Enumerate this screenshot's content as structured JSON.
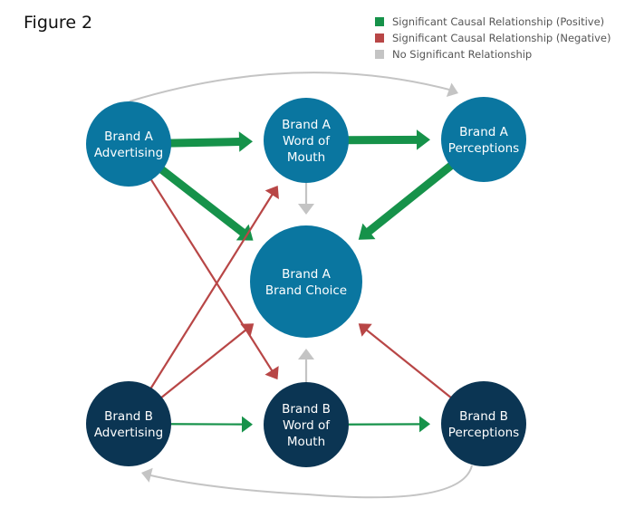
{
  "title": "Figure 2",
  "legend": [
    {
      "label": "Significant Causal Relationship (Positive)",
      "color": "#16924a"
    },
    {
      "label": "Significant Causal Relationship (Negative)",
      "color": "#b84646"
    },
    {
      "label": "No Significant Relationship",
      "color": "#c4c4c4"
    }
  ],
  "node_colors": {
    "brand_a": "#0a76a0",
    "brand_b": "#0b3553"
  },
  "nodes": {
    "a_adv": {
      "lines": [
        "Brand A",
        "Advertising"
      ]
    },
    "a_wom": {
      "lines": [
        "Brand A",
        "Word of",
        "Mouth"
      ]
    },
    "a_perc": {
      "lines": [
        "Brand A",
        "Perceptions"
      ]
    },
    "a_choice": {
      "lines": [
        "Brand A",
        "Brand Choice"
      ]
    },
    "b_adv": {
      "lines": [
        "Brand B",
        "Advertising"
      ]
    },
    "b_wom": {
      "lines": [
        "Brand B",
        "Word of",
        "Mouth"
      ]
    },
    "b_perc": {
      "lines": [
        "Brand B",
        "Perceptions"
      ]
    }
  },
  "edges": [
    {
      "from": "a_adv",
      "to": "a_wom",
      "type": "positive",
      "strength": "strong"
    },
    {
      "from": "a_wom",
      "to": "a_perc",
      "type": "positive",
      "strength": "strong"
    },
    {
      "from": "a_adv",
      "to": "a_choice",
      "type": "positive",
      "strength": "strong"
    },
    {
      "from": "a_perc",
      "to": "a_choice",
      "type": "positive",
      "strength": "strong"
    },
    {
      "from": "a_wom",
      "to": "a_choice",
      "type": "none"
    },
    {
      "from": "a_adv",
      "to": "a_perc",
      "type": "none"
    },
    {
      "from": "a_adv",
      "to": "b_wom",
      "type": "negative"
    },
    {
      "from": "b_adv",
      "to": "a_wom",
      "type": "negative"
    },
    {
      "from": "b_adv",
      "to": "a_choice",
      "type": "negative"
    },
    {
      "from": "b_perc",
      "to": "a_choice",
      "type": "negative"
    },
    {
      "from": "b_wom",
      "to": "a_choice",
      "type": "none"
    },
    {
      "from": "b_adv",
      "to": "b_wom",
      "type": "positive",
      "strength": "weak"
    },
    {
      "from": "b_wom",
      "to": "b_perc",
      "type": "positive",
      "strength": "weak"
    },
    {
      "from": "b_perc",
      "to": "b_adv",
      "type": "none"
    }
  ]
}
